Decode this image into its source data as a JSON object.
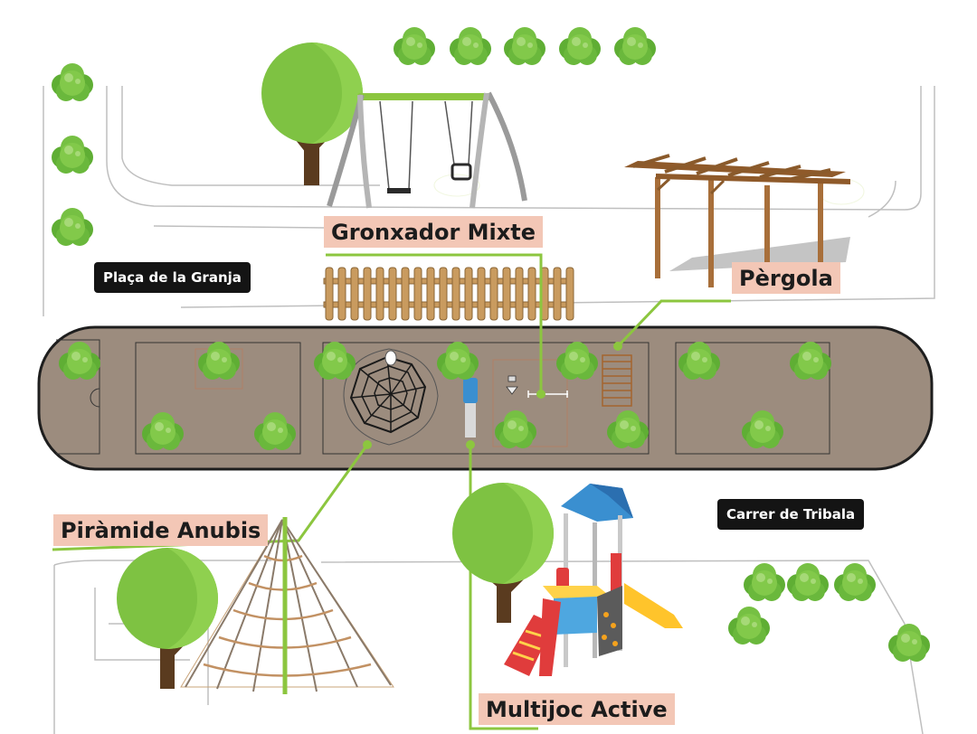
{
  "streets": {
    "plaza": "Plaça de la Granja",
    "street": "Carrer de Tribala"
  },
  "equipment": {
    "swing": "Gronxador Mixte",
    "pergola": "Pèrgola",
    "pyramid": "Piràmide Anubis",
    "playset": "Multijoc Active"
  },
  "colors": {
    "label_bg": "#f3c7b6",
    "leader_line": "#8cc63f",
    "play_area": "#9c8c7e",
    "tree_green": "#7ec242",
    "bush_green": "#76c043",
    "trunk": "#5a3b1f",
    "street_label_bg": "#141414"
  }
}
